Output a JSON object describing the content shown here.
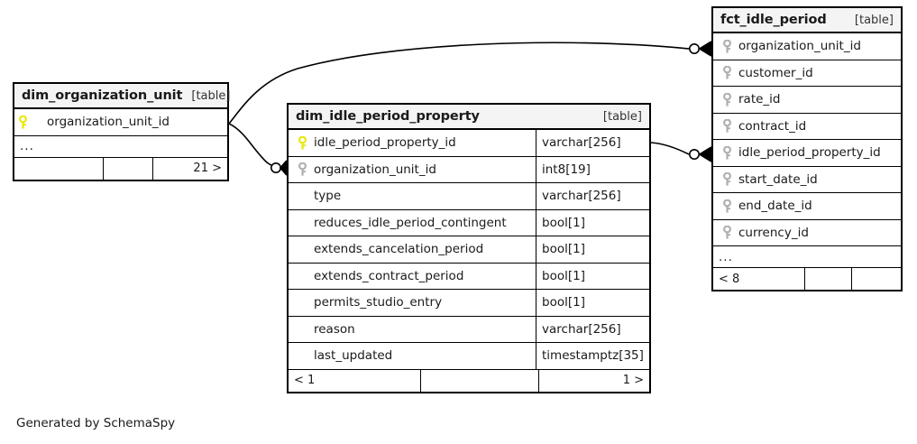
{
  "diagram": {
    "credit": "Generated by SchemaSpy",
    "table_tag": "[table]",
    "ellipsis": "...",
    "colors": {
      "primary_key": "#e8e80d",
      "foreign_key": "#b0b0b0",
      "border": "#000000",
      "header_bg": "#f4f4f4",
      "background": "#ffffff"
    }
  },
  "tables": {
    "dim_organization_unit": {
      "name": "dim_organization_unit",
      "tag": "[table]",
      "columns": [
        {
          "name": "organization_unit_id",
          "type": "",
          "key": "primary"
        }
      ],
      "has_ellipsis": true,
      "footer": {
        "left": "",
        "mid": "",
        "right": "21 >"
      }
    },
    "dim_idle_period_property": {
      "name": "dim_idle_period_property",
      "tag": "[table]",
      "columns": [
        {
          "name": "idle_period_property_id",
          "type": "varchar[256]",
          "key": "primary"
        },
        {
          "name": "organization_unit_id",
          "type": "int8[19]",
          "key": "foreign"
        },
        {
          "name": "type",
          "type": "varchar[256]",
          "key": "none"
        },
        {
          "name": "reduces_idle_period_contingent",
          "type": "bool[1]",
          "key": "none"
        },
        {
          "name": "extends_cancelation_period",
          "type": "bool[1]",
          "key": "none"
        },
        {
          "name": "extends_contract_period",
          "type": "bool[1]",
          "key": "none"
        },
        {
          "name": "permits_studio_entry",
          "type": "bool[1]",
          "key": "none"
        },
        {
          "name": "reason",
          "type": "varchar[256]",
          "key": "none"
        },
        {
          "name": "last_updated",
          "type": "timestamptz[35]",
          "key": "none"
        }
      ],
      "has_ellipsis": false,
      "footer": {
        "left": "< 1",
        "mid": "",
        "right": "1 >"
      }
    },
    "fct_idle_period": {
      "name": "fct_idle_period",
      "tag": "[table]",
      "columns": [
        {
          "name": "organization_unit_id",
          "type": "",
          "key": "foreign"
        },
        {
          "name": "customer_id",
          "type": "",
          "key": "foreign"
        },
        {
          "name": "rate_id",
          "type": "",
          "key": "foreign"
        },
        {
          "name": "contract_id",
          "type": "",
          "key": "foreign"
        },
        {
          "name": "idle_period_property_id",
          "type": "",
          "key": "foreign"
        },
        {
          "name": "start_date_id",
          "type": "",
          "key": "foreign"
        },
        {
          "name": "end_date_id",
          "type": "",
          "key": "foreign"
        },
        {
          "name": "currency_id",
          "type": "",
          "key": "foreign"
        }
      ],
      "has_ellipsis": true,
      "footer": {
        "left": "< 8",
        "mid": "",
        "right": ""
      }
    }
  },
  "relationships": [
    {
      "id": "org-to-fct",
      "from_table": "dim_organization_unit",
      "from_column": "organization_unit_id",
      "to_table": "fct_idle_period",
      "to_column": "organization_unit_id",
      "cardinality": "zero-or-many"
    },
    {
      "id": "org-to-dim-idle",
      "from_table": "dim_organization_unit",
      "from_column": "organization_unit_id",
      "to_table": "dim_idle_period_property",
      "to_column": "organization_unit_id",
      "cardinality": "zero-or-many"
    },
    {
      "id": "dim-idle-to-fct",
      "from_table": "dim_idle_period_property",
      "from_column": "idle_period_property_id",
      "to_table": "fct_idle_period",
      "to_column": "idle_period_property_id",
      "cardinality": "zero-or-many"
    }
  ]
}
